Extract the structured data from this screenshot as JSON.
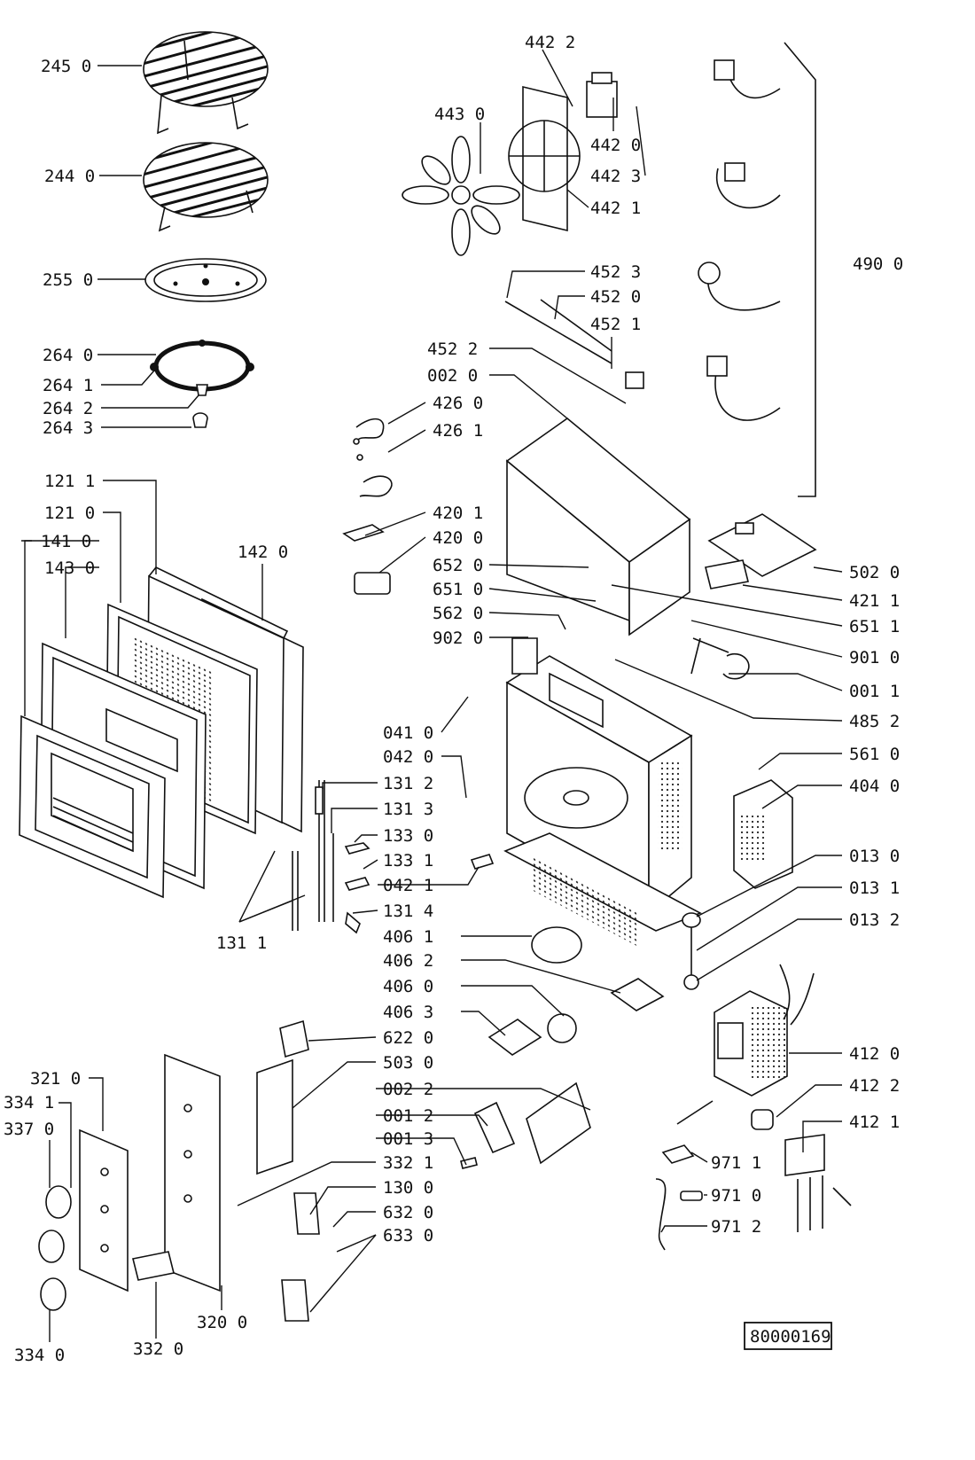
{
  "diagram": {
    "document_number": "80000169",
    "labels": [
      "245 0",
      "244 0",
      "255 0",
      "264 0",
      "264 1",
      "264 2",
      "264 3",
      "121 1",
      "121 0",
      "141 0",
      "143 0",
      "142 0",
      "131 2",
      "131 3",
      "133 0",
      "133 1",
      "042 1",
      "131 4",
      "131 1",
      "321 0",
      "334 1",
      "337 0",
      "334 0",
      "332 0",
      "320 0",
      "622 0",
      "503 0",
      "002 2",
      "001 2",
      "001 3",
      "332 1",
      "130 0",
      "632 0",
      "633 0",
      "442 2",
      "443 0",
      "442 0",
      "442 3",
      "442 1",
      "452 3",
      "452 0",
      "452 1",
      "452 2",
      "002 0",
      "426 0",
      "426 1",
      "420 1",
      "420 0",
      "652 0",
      "651 0",
      "562 0",
      "902 0",
      "041 0",
      "042 0",
      "490 0",
      "502 0",
      "421 1",
      "651 1",
      "901 0",
      "001 1",
      "485 2",
      "561 0",
      "404 0",
      "013 0",
      "013 1",
      "013 2",
      "406 1",
      "406 2",
      "406 0",
      "406 3",
      "412 0",
      "412 2",
      "412 1",
      "971 1",
      "971 0",
      "971 2"
    ]
  }
}
